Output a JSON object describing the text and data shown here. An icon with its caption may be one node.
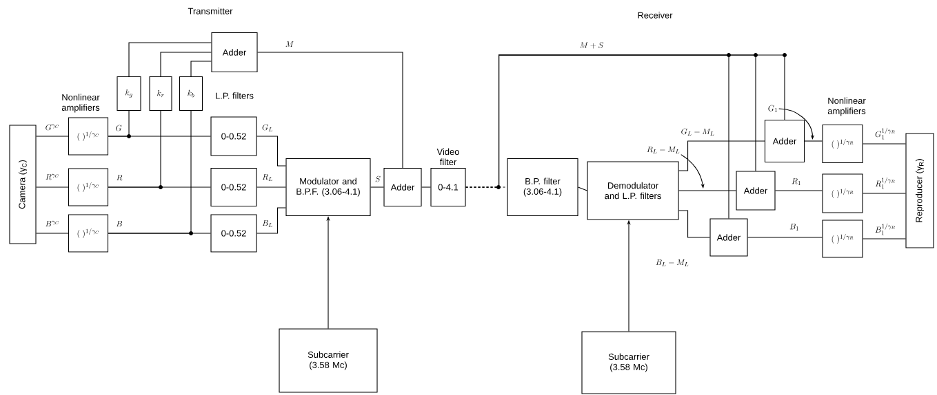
{
  "diagram": {
    "nodes": [
      {
        "text": [
          "Camera (γ$_{C}$)"
        ]
      },
      {
        "text": [
          "(\\;)^{1/\\gamma_C}"
        ]
      },
      {
        "text": [
          "(\\;)^{1/\\gamma_C}"
        ]
      },
      {
        "text": [
          "(\\;)^{1/\\gamma_C}"
        ]
      },
      {
        "text": [
          "k_g"
        ]
      },
      {
        "text": [
          "k_r"
        ]
      },
      {
        "text": [
          "k_b"
        ]
      },
      {
        "text": [
          "Adder"
        ]
      },
      {
        "text": [
          "0-0.52"
        ]
      },
      {
        "text": [
          "0-0.52"
        ]
      },
      {
        "text": [
          "0-0.52"
        ]
      },
      {
        "text": [
          "Modulator and B.P.F. (3.06-4.1)"
        ]
      },
      {
        "text": [
          "Adder"
        ]
      },
      {
        "text": [
          "Video filter",
          "0-4.1"
        ]
      },
      {
        "text": [
          "Subcarrier (3.58 Mc)"
        ]
      },
      {
        "text": [
          "B.P. filter (3.06-4.1)"
        ]
      },
      {
        "text": [
          "Demodulator and L.P. filters"
        ]
      },
      {
        "text": [
          "Subcarrier (3.58 Mc)"
        ]
      },
      {
        "text": [
          "R_L - M_L"
        ]
      },
      {
        "text": [
          "G_1"
        ]
      },
      {
        "text": [
          "Adder"
        ]
      },
      {
        "text": [
          "Adder"
        ]
      },
      {
        "text": [
          "Adder"
        ]
      },
      {
        "text": [
          "(\\;)^{1/\\gamma_R}"
        ]
      },
      {
        "text": [
          "(\\;)^{1/\\gamma_R}"
        ]
      },
      {
        "text": [
          "(\\;)^{1/\\gamma_R}"
        ]
      },
      {
        "text": [
          "Reproducer (γ$_{R}$)"
        ]
      }
    ],
    "edges": [
      {
        "from": 0,
        "to": 1,
        "arrow": "none",
        "label": "G^{\\gamma_C}"
      },
      {
        "from": 0,
        "to": 2,
        "arrow": "none",
        "label": "R^{\\gamma_C}"
      },
      {
        "from": 0,
        "to": 3,
        "arrow": "none",
        "label": "B^{\\gamma_C}"
      },
      {
        "from": 1,
        "to": 8,
        "arrow": "none",
        "label": "G"
      },
      {
        "from": 1,
        "to": 4,
        "arrow": "none"
      },
      {
        "from": 2,
        "to": 9,
        "arrow": "none",
        "label": "R"
      },
      {
        "from": 2,
        "to": 5,
        "arrow": "none"
      },
      {
        "from": 3,
        "to": 10,
        "arrow": "none",
        "label": "B"
      },
      {
        "from": 3,
        "to": 6,
        "arrow": "none"
      },
      {
        "from": 4,
        "to": 7,
        "arrow": "none"
      },
      {
        "from": 5,
        "to": 7,
        "arrow": "none"
      },
      {
        "from": 6,
        "to": 7,
        "arrow": "none"
      },
      {
        "from": 8,
        "to": 11,
        "arrow": "none",
        "label": "G_L"
      },
      {
        "from": 9,
        "to": 11,
        "arrow": "none",
        "label": "R_L"
      },
      {
        "from": 10,
        "to": 11,
        "arrow": "none",
        "label": "B_L"
      },
      {
        "from": 7,
        "to": 12,
        "arrow": "none",
        "label": "M"
      },
      {
        "from": 11,
        "to": 12,
        "arrow": "none",
        "label": "S"
      },
      {
        "from": 14,
        "to": 11,
        "arrow": "to"
      },
      {
        "from": 12,
        "to": 13,
        "arrow": "none"
      },
      {
        "from": 13,
        "to": 15,
        "arrow": "none",
        "style": "dashed"
      },
      {
        "from": 13,
        "to": 20,
        "arrow": "none",
        "label": "M + S",
        "style": "dashed"
      },
      {
        "from": 13,
        "to": 21,
        "arrow": "none",
        "style": "dashed"
      },
      {
        "from": 13,
        "to": 22,
        "arrow": "none",
        "style": "dashed"
      },
      {
        "from": 15,
        "to": 16,
        "arrow": "none"
      },
      {
        "from": 17,
        "to": 16,
        "arrow": "to"
      },
      {
        "from": 16,
        "to": 20,
        "arrow": "none",
        "label": "G_L - M_L"
      },
      {
        "from": 16,
        "to": 21,
        "arrow": "none"
      },
      {
        "from": 16,
        "to": 22,
        "arrow": "none",
        "label": "B_L - M_L"
      },
      {
        "from": 18,
        "to": null,
        "arrow": "to"
      },
      {
        "from": 19,
        "to": 23,
        "arrow": "to"
      },
      {
        "from": 20,
        "to": 23,
        "arrow": "none"
      },
      {
        "from": 21,
        "to": 24,
        "arrow": "none",
        "label": "R_1"
      },
      {
        "from": 22,
        "to": 25,
        "arrow": "none",
        "label": "B_1"
      },
      {
        "from": 23,
        "to": 26,
        "arrow": "none",
        "label": "G_1^{1/\\gamma_R}"
      },
      {
        "from": 24,
        "to": 26,
        "arrow": "none",
        "label": "R_1^{1/\\gamma_R}"
      },
      {
        "from": 25,
        "to": 26,
        "arrow": "none",
        "label": "B_1^{1/\\gamma_R}"
      }
    ],
    "labels": [
      "Transmitter",
      "Receiver",
      "Nonlinear amplifiers",
      "L.P. filters",
      "Nonlinear amplifiers"
    ]
  }
}
